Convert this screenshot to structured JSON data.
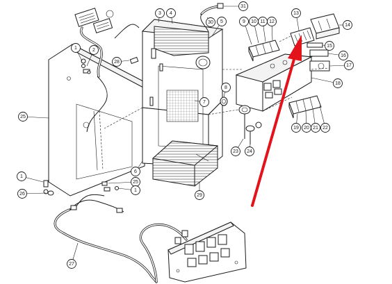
{
  "callouts": {
    "c1a": "1",
    "c1b": "1",
    "c1c": "1",
    "c2": "2",
    "c3": "3",
    "c4": "4",
    "c5": "5",
    "c6": "6",
    "c7": "7",
    "c8": "8",
    "c9": "9",
    "c10": "10",
    "c11": "11",
    "c12": "12",
    "c13": "13",
    "c14": "14",
    "c15": "15",
    "c16": "16",
    "c17": "17",
    "c18": "18",
    "c19": "19",
    "c20": "20",
    "c21": "21",
    "c22": "22",
    "c23": "23",
    "c24": "24",
    "c25a": "25",
    "c25b": "25",
    "c26": "26",
    "c27": "27",
    "c28": "28",
    "c29": "29",
    "c30": "30",
    "c31": "31"
  },
  "colors": {
    "arrow": "#e3131b",
    "line": "#1a1a1a"
  }
}
